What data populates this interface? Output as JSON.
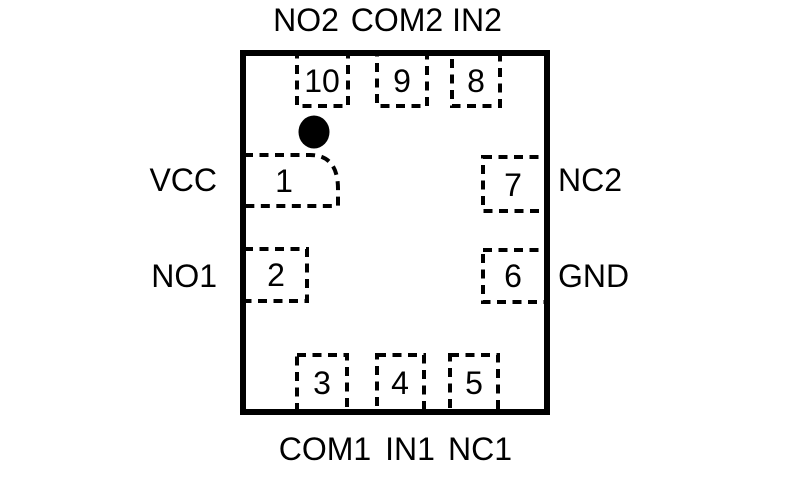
{
  "diagram": {
    "kind": "ic-package-pinout",
    "pin_count": 10,
    "colors": {
      "outline": "#000000",
      "background": "#ffffff",
      "pad_fill": "#ffffff",
      "text": "#000000"
    }
  },
  "pins": [
    {
      "number": "1",
      "name": "VCC",
      "side": "left"
    },
    {
      "number": "2",
      "name": "NO1",
      "side": "left"
    },
    {
      "number": "3",
      "name": "COM1",
      "side": "bottom"
    },
    {
      "number": "4",
      "name": "IN1",
      "side": "bottom"
    },
    {
      "number": "5",
      "name": "NC1",
      "side": "bottom"
    },
    {
      "number": "6",
      "name": "GND",
      "side": "right"
    },
    {
      "number": "7",
      "name": "NC2",
      "side": "right"
    },
    {
      "number": "8",
      "name": "IN2",
      "side": "top"
    },
    {
      "number": "9",
      "name": "COM2",
      "side": "top"
    },
    {
      "number": "10",
      "name": "NO2",
      "side": "top"
    }
  ]
}
